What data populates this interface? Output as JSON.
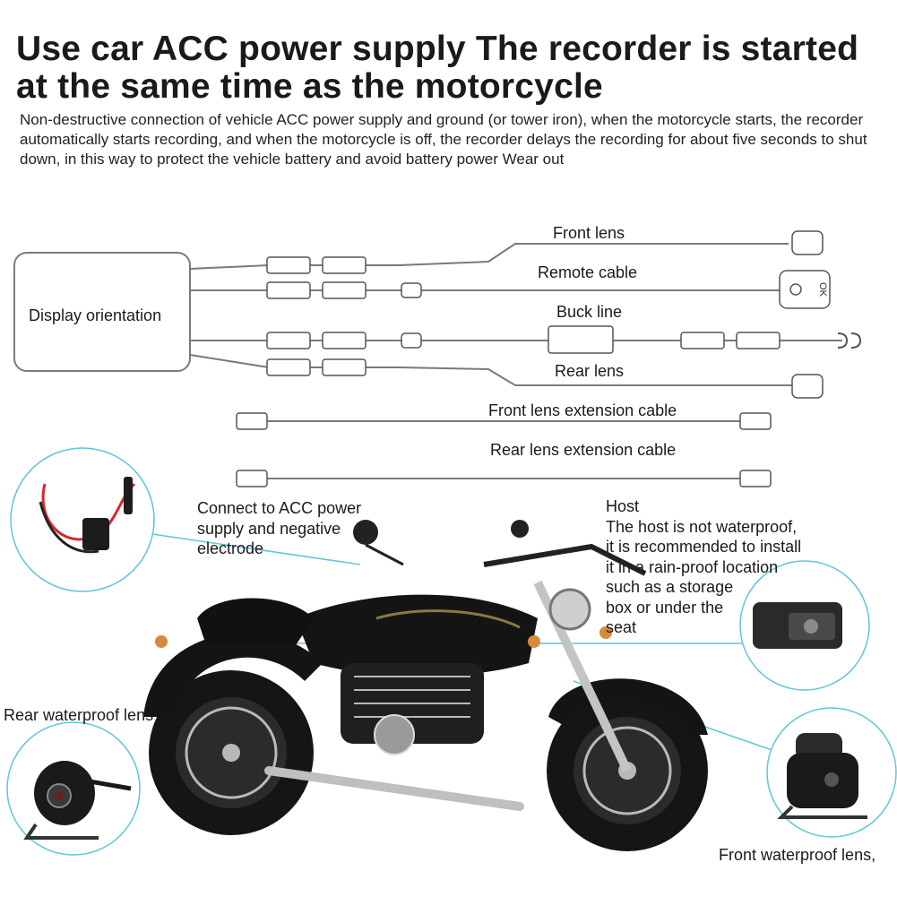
{
  "heading": {
    "title": "Use car ACC power supply The recorder is started at the same time as the motorcycle",
    "description": "Non-destructive connection of vehicle ACC power supply and ground (or tower iron), when the motorcycle starts, the recorder automatically starts recording, and when the motorcycle is off, the recorder delays the recording for about five seconds to shut down, in this way to protect the vehicle battery and avoid battery power Wear out"
  },
  "wiring_diagram": {
    "host_label": "Display orientation",
    "front_lens": "Front lens",
    "remote_cable": "Remote cable",
    "remote_button_text": "OK",
    "buck_line": "Buck line",
    "rear_lens": "Rear lens",
    "front_extension": "Front lens extension cable",
    "rear_extension": "Rear lens extension cable"
  },
  "installation": {
    "acc_note_lines": [
      "Connect to ACC power",
      "supply and negative",
      "electrode"
    ],
    "host_title": "Host",
    "host_note_lines": [
      "The host is not waterproof,",
      "it is recommended to install",
      "it in a rain-proof location",
      "such as a storage",
      "box or under the",
      "seat"
    ],
    "rear_lens_label": "Rear waterproof lens",
    "front_lens_label": "Front waterproof lens,"
  },
  "colors": {
    "cable": "#7a7a7a",
    "callout_line": "#5fc6d8",
    "text": "#1a1a1a",
    "motorcycle": "#141414",
    "chrome": "#b9b9b9",
    "wire_red": "#d42a2a"
  }
}
